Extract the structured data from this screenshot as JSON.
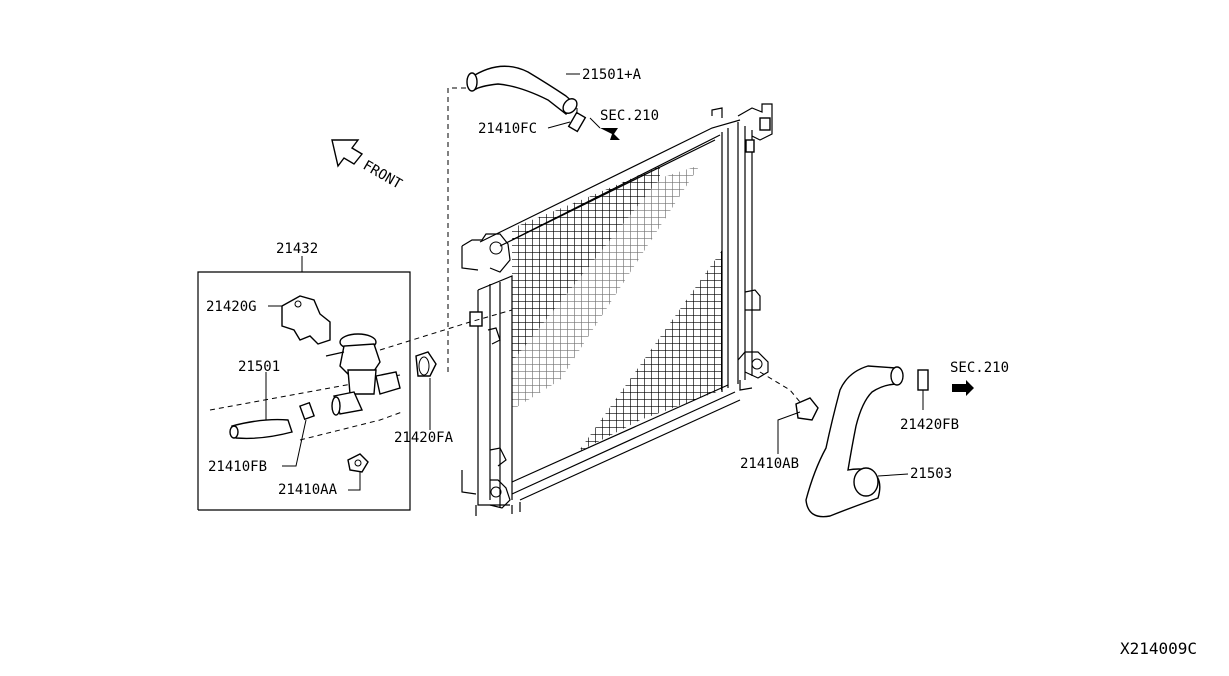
{
  "callouts": {
    "p21501a": "21501+A",
    "p21410fc": "21410FC",
    "sec210_top": "SEC.210",
    "front": "FRONT",
    "p21432": "21432",
    "p21420g": "21420G",
    "p21501": "21501",
    "p21410fb": "21410FB",
    "p21410aa": "21410AA",
    "p21420fa": "21420FA",
    "p21410ab": "21410AB",
    "p21503": "21503",
    "sec210_right": "SEC.210",
    "p21420fb": "21420FB"
  },
  "diagram_id": "X214009C"
}
